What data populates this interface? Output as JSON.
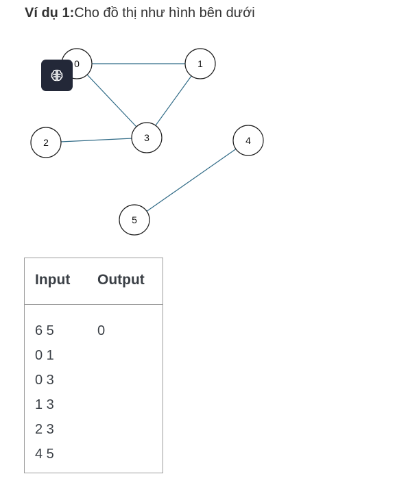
{
  "heading": {
    "bold": "Ví dụ 1:",
    "text": "Cho đồ thị như hình bên dưới"
  },
  "graph": {
    "nodes": [
      "0",
      "1",
      "2",
      "3",
      "4",
      "5"
    ],
    "edges": [
      [
        "0",
        "1"
      ],
      [
        "0",
        "3"
      ],
      [
        "1",
        "3"
      ],
      [
        "2",
        "3"
      ],
      [
        "4",
        "5"
      ]
    ]
  },
  "badge": {
    "icon": "brain-icon"
  },
  "table": {
    "headers": {
      "input": "Input",
      "output": "Output"
    },
    "input_lines": [
      "6 5",
      "0 1",
      "0 3",
      "1 3",
      "2 3",
      "4 5"
    ],
    "output_lines": [
      "0"
    ]
  },
  "colors": {
    "edge": "#2f6a86",
    "badge_bg": "#232838"
  }
}
